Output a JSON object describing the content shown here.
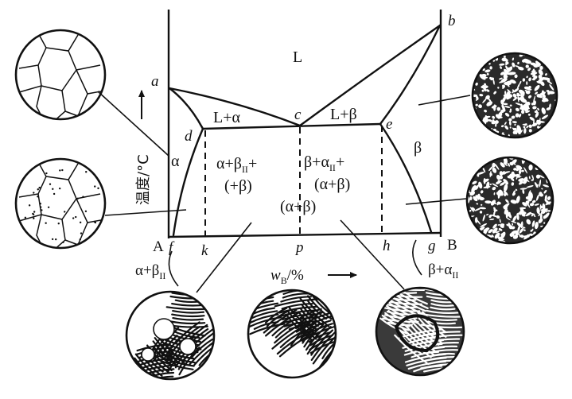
{
  "diagram": {
    "point_labels": {
      "a": "a",
      "b": "b",
      "c": "c",
      "d": "d",
      "e": "e",
      "f": "f",
      "g": "g",
      "h": "h",
      "k": "k",
      "p": "p"
    },
    "axis": {
      "left_component": "A",
      "right_component": "B",
      "y_label": "温度/°C",
      "x_label_w": "w",
      "x_label_sub": "B",
      "x_label_unit": "/%"
    },
    "regions": {
      "liquid": "L",
      "l_alpha": "L+α",
      "l_beta": "L+β",
      "alpha": "α",
      "beta": "β",
      "hypo_line1": "α+β",
      "hypo_sub": "II",
      "hypo_line1_end": "+",
      "hypo_line2": "(+β)",
      "hyper_line1": "β+α",
      "hyper_sub": "II",
      "hyper_line1_end": "+",
      "hyper_line2": "(α+β)",
      "eutectic": "(α+β)"
    },
    "structure_labels": {
      "alpha_beta_ii": "α+β",
      "alpha_beta_ii_sub": "II",
      "beta_alpha_ii": "β+α",
      "beta_alpha_ii_sub": "II"
    },
    "micrographs": [
      {
        "name": "alpha-grains-micrograph",
        "pattern": "polygonal grains"
      },
      {
        "name": "alpha-beta-ii-grains-micrograph",
        "pattern": "grains with dots"
      },
      {
        "name": "beta-liquid-micrograph",
        "pattern": "dark speckle"
      },
      {
        "name": "beta-solid-micrograph",
        "pattern": "dark speckle"
      },
      {
        "name": "hypoeutectic-micrograph",
        "pattern": "lamellae with primary alpha"
      },
      {
        "name": "eutectic-micrograph",
        "pattern": "lamellae"
      },
      {
        "name": "hypereutectic-micrograph",
        "pattern": "lamellae with primary beta"
      }
    ],
    "colors": {
      "ink": "#111111",
      "paper": "#ffffff"
    }
  }
}
